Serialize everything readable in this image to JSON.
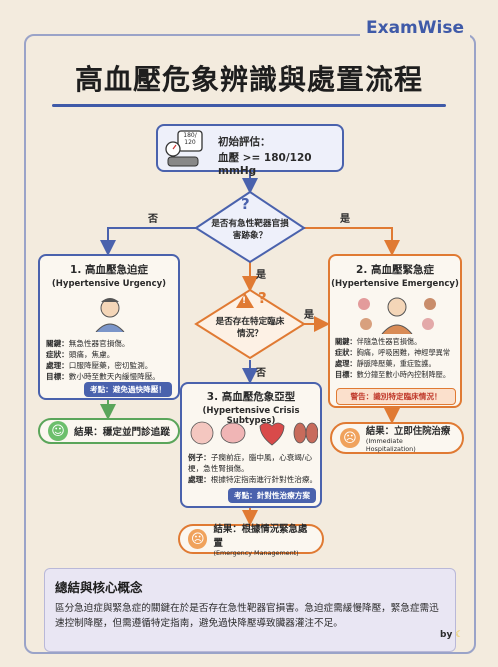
{
  "brand": "ExamWise",
  "title": "高血壓危象辨識與處置流程",
  "start": {
    "title": "初始評估：",
    "text": "血壓 >= 180/120 mmHg",
    "gauge_text": "180/\n120"
  },
  "decision1": {
    "text": "是否有急性靶器官損害跡象？",
    "no": "否",
    "yes": "是"
  },
  "decision2": {
    "text": "是否存在特定臨床情況？",
    "yes": "是",
    "no": "否",
    "yes_top": "是"
  },
  "urgency": {
    "title": "1. 高血壓急迫症",
    "subtitle": "(Hypertensive Urgency)",
    "lines": [
      {
        "k": "關鍵：",
        "v": "無急性器官損傷。"
      },
      {
        "k": "症狀：",
        "v": "頭痛，焦慮。"
      },
      {
        "k": "處理：",
        "v": "口服降壓藥，密切監測。"
      },
      {
        "k": "目標：",
        "v": "數小時至數天內緩慢降壓。"
      }
    ],
    "tag": "考點：避免過快降壓！",
    "result": "結果：穩定並門診追蹤"
  },
  "emergency": {
    "title": "2. 高血壓緊急症",
    "subtitle": "(Hypertensive Emergency)",
    "lines": [
      {
        "k": "關鍵：",
        "v": "伴隨急性器官損傷。"
      },
      {
        "k": "症狀：",
        "v": "胸痛，呼吸困難，神經學異常"
      },
      {
        "k": "處理：",
        "v": "靜脈降壓藥，重症監護。"
      },
      {
        "k": "目標：",
        "v": "數分鐘至數小時內控制降壓。"
      }
    ],
    "tag": "警告：識別特定臨床情況！",
    "result": "結果：立即住院治療",
    "result_sub": "(Immediate Hospitalization)"
  },
  "subtypes": {
    "title": "3. 高血壓危象亞型",
    "subtitle": "(Hypertensive Crisis Subtypes)",
    "lines": [
      {
        "k": "例子：",
        "v": "子癇前症，腦中風，心衰竭/心梗，急性腎損傷。"
      },
      {
        "k": "處理：",
        "v": "根據特定指南進行針對性治療。"
      }
    ],
    "tag": "考點：針對性治療方案",
    "result": "結果：根據情況緊急處置",
    "result_sub": "(Emergency Management)"
  },
  "summary": {
    "title": "總結與核心概念",
    "text": "區分急迫症與緊急症的關鍵在於是否存在急性靶器官損害。急迫症需緩慢降壓，緊急症需迅速控制降壓，但需遵循特定指南，避免過快降壓導致臟器灌注不足。"
  },
  "by": "by",
  "colors": {
    "blue": "#4a62ad",
    "orange": "#e07a33",
    "green": "#5aa55a",
    "bg": "#f3ebde"
  }
}
